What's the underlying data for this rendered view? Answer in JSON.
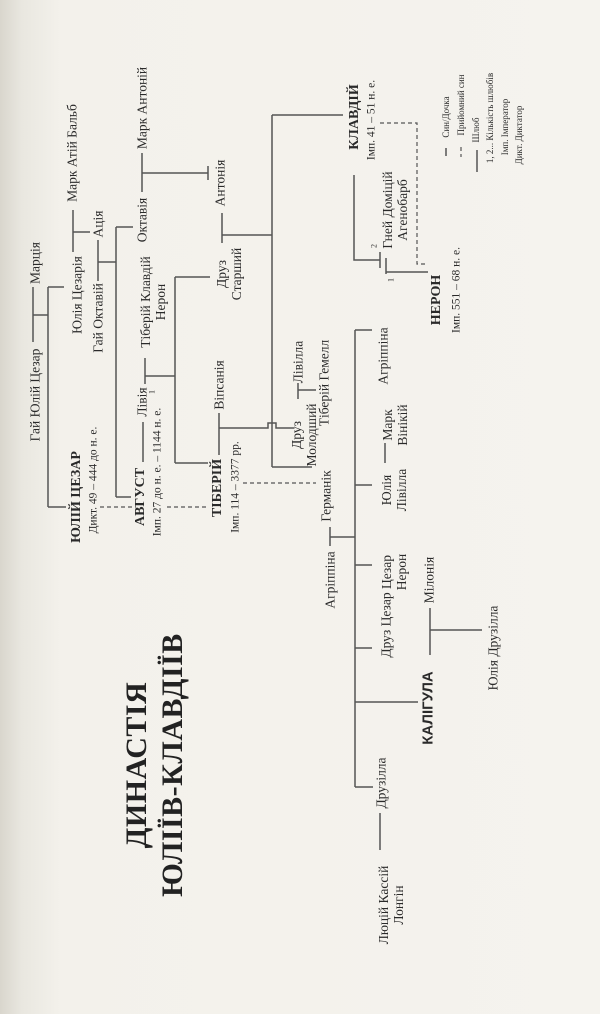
{
  "title": {
    "line1": "ДИНАСТІЯ",
    "line2": "ЮЛІЇВ-КЛАВДІЇВ"
  },
  "people": {
    "gaius_julius_caesar": "Гай Юлій Цезар",
    "marcia": "Марція",
    "julia_caesaris": "Юлія Цезарія",
    "atius_balbus": "Марк Атій Бальб",
    "gaius_octavius": "Гай Октавій",
    "atia": "Ація",
    "julius_caesar": "ЮЛІЙ ЦЕЗАР",
    "julius_caesar_sub": "Дикт. 49 – 444 до н. е.",
    "augustus": "АВГУСТ",
    "augustus_sub": "Імп. 27 до н. е. – 1144 н. е.",
    "livia": "Лівія",
    "tiberius_claudius_nero": "Тіберій Клавдій\nНерон",
    "octavia": "Октавія",
    "mark_antony": "Марк Антоній",
    "antonia": "Антонія",
    "drusus_elder": "Друз\nСтарший",
    "vipsania": "Віпсанія",
    "tiberius": "ТІБЕРІЙ",
    "tiberius_sub": "Імп. 114 – 3377 рр.",
    "drusus_younger": "Друз\nМолодший",
    "livilla": "Лівілла",
    "tiberius_gemellus": "Тіберій Гемелл",
    "germanicus": "Германік",
    "agrippina_elder": "Агріппіна",
    "julia_livilla": "Юлія\nЛівілла",
    "marcus_vinicius": "Марк\nВінікій",
    "agrippina_younger": "Агріппіна",
    "caesar_nero": "Цезар\nНерон",
    "drusus_caesar": "Друз Цезар",
    "milonia": "Мілонія",
    "caligula": "КАЛІГУЛА",
    "julia_drusilla": "Юлія Друзілла",
    "drusilla": "Друзілла",
    "lucius_cassius": "Люцій Кассій\nЛонгін",
    "claudius": "КЛАВДІЙ",
    "claudius_sub": "Імп. 41 – 51 н. е.",
    "domitius": "Гней Доміцій\nАгенобарб",
    "nero": "НЕРОН",
    "nero_sub": "Імп. 551 – 68 н. е."
  },
  "marriage_numbers": {
    "livia": "1",
    "agrippina_claudius": "2",
    "agrippina_domitius": "1"
  },
  "legend": [
    "Син/Дочка",
    "Прийомний син",
    "Шлюб",
    "1, 2... Кількість шлюбів",
    "Імп. Імператор",
    "Дикт. Диктатор"
  ]
}
